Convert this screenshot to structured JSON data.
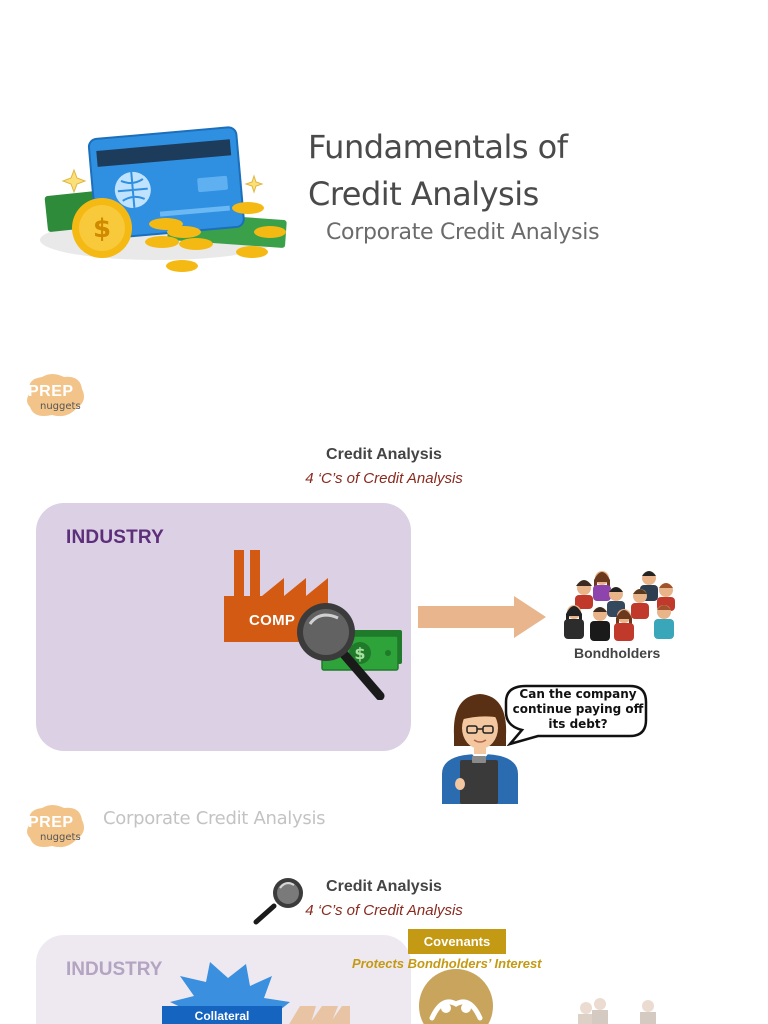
{
  "slide1": {
    "title_line1": "Fundamentals of",
    "title_line2": "Credit Analysis",
    "subtitle": "Corporate Credit Analysis"
  },
  "logo": {
    "prep": "PREP",
    "nuggets": "nuggets"
  },
  "slide2": {
    "title": "Credit Analysis",
    "subtitle": "4 ‘C’s of Credit Analysis",
    "industry_label": "INDUSTRY",
    "company_label": "COMP",
    "bondholders_label": "Bondholders",
    "speech": "Can the company continue paying off its debt?",
    "footer": "Corporate Credit Analysis"
  },
  "slide3": {
    "title": "Credit Analysis",
    "subtitle": "4 ‘C’s of Credit Analysis",
    "industry_label": "INDUSTRY",
    "covenants_label": "Covenants",
    "covenants_sub": "Protects Bondholders’ Interest",
    "collateral_label": "Collateral"
  },
  "colors": {
    "industry_bg": "#dcd0e4",
    "industry_text": "#5d2e7a",
    "subtitle_red": "#8a2a1e",
    "factory": "#d35a12",
    "arrow": "#e8b58c",
    "covenants": "#c49a14",
    "collateral": "#1565c0",
    "logo": "#f2c48a"
  }
}
